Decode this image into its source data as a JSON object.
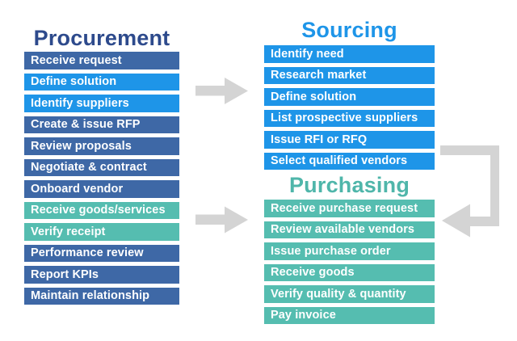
{
  "sections": {
    "procurement": {
      "title": "Procurement",
      "title_color": "#2d4a8c",
      "items": [
        {
          "label": "Receive request",
          "color": "steel_blue"
        },
        {
          "label": "Define solution",
          "color": "bright_blue"
        },
        {
          "label": "Identify suppliers",
          "color": "bright_blue"
        },
        {
          "label": "Create & issue RFP",
          "color": "steel_blue"
        },
        {
          "label": "Review proposals",
          "color": "steel_blue"
        },
        {
          "label": "Negotiate & contract",
          "color": "steel_blue"
        },
        {
          "label": "Onboard vendor",
          "color": "steel_blue"
        },
        {
          "label": "Receive goods/services",
          "color": "teal"
        },
        {
          "label": "Verify receipt",
          "color": "teal"
        },
        {
          "label": "Performance review",
          "color": "steel_blue"
        },
        {
          "label": "Report KPIs",
          "color": "steel_blue"
        },
        {
          "label": "Maintain relationship",
          "color": "steel_blue"
        }
      ]
    },
    "sourcing": {
      "title": "Sourcing",
      "title_color": "#1e95e8",
      "items": [
        {
          "label": "Identify need",
          "color": "bright_blue"
        },
        {
          "label": "Research market",
          "color": "bright_blue"
        },
        {
          "label": "Define solution",
          "color": "bright_blue"
        },
        {
          "label": "List prospective suppliers",
          "color": "bright_blue"
        },
        {
          "label": "Issue RFI or RFQ",
          "color": "bright_blue"
        },
        {
          "label": "Select qualified vendors",
          "color": "bright_blue"
        }
      ]
    },
    "purchasing": {
      "title": "Purchasing",
      "title_color": "#4fb6aa",
      "items": [
        {
          "label": "Receive purchase request",
          "color": "teal"
        },
        {
          "label": "Review available vendors",
          "color": "teal"
        },
        {
          "label": "Issue purchase order",
          "color": "teal"
        },
        {
          "label": "Receive goods",
          "color": "teal"
        },
        {
          "label": "Verify quality & quantity",
          "color": "teal"
        },
        {
          "label": "Pay invoice",
          "color": "teal"
        }
      ]
    }
  },
  "palette": {
    "steel_blue": "#3e68a6",
    "bright_blue": "#1e95e8",
    "teal": "#55bdb0",
    "arrow_gray": "#d4d4d4",
    "bar_text": "#ffffff",
    "background": "#ffffff"
  },
  "arrows": [
    {
      "name": "arrow-procurement-to-sourcing",
      "direction": "right"
    },
    {
      "name": "arrow-procurement-to-purchasing",
      "direction": "right"
    },
    {
      "name": "arrow-sourcing-to-purchasing",
      "direction": "elbow-down-left"
    }
  ]
}
